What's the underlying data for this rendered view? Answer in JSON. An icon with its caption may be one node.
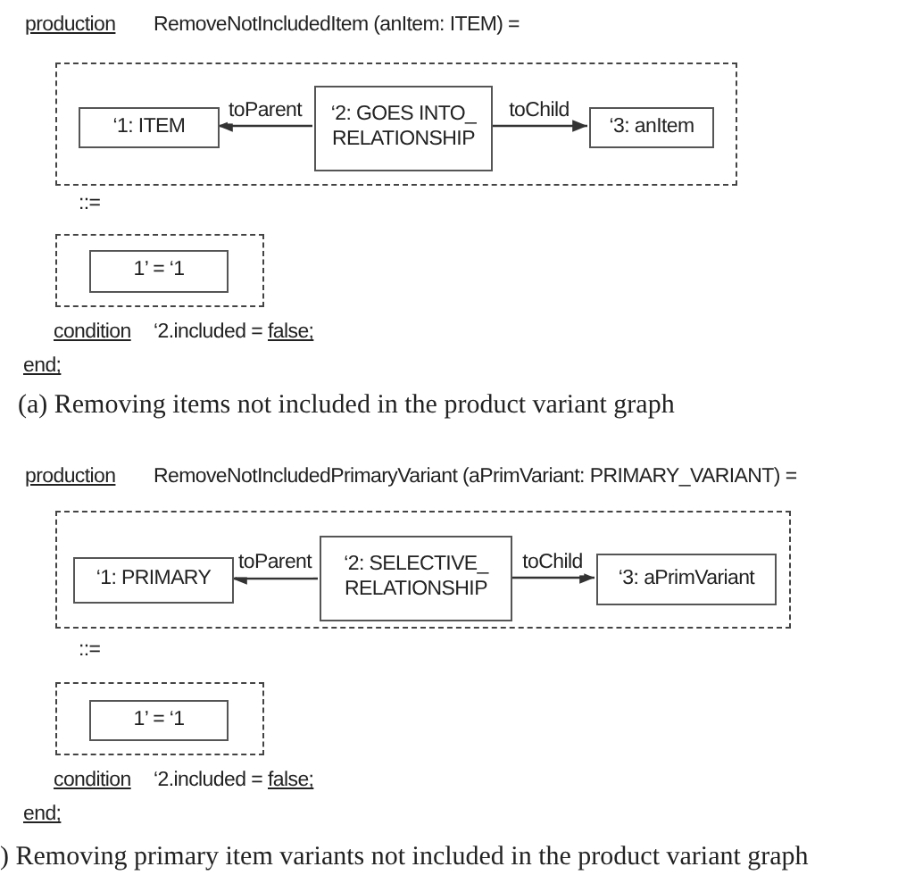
{
  "diagram": {
    "nodes": [
      {
        "text": [],
        "shape": "box"
      },
      {
        "text": [
          "‘1: ITEM"
        ],
        "in": 0
      },
      {
        "text": [
          "‘2: GOES INTO_ RELATIONSHIP"
        ],
        "in": 0
      },
      {
        "text": [
          "‘3: anItem"
        ],
        "in": 0
      },
      {
        "text": [],
        "shape": "box"
      },
      {
        "text": [
          "1’ = ‘1"
        ],
        "in": 4
      },
      {
        "text": [],
        "shape": "box"
      },
      {
        "text": [
          "‘1: PRIMARY"
        ],
        "in": 6
      },
      {
        "text": [
          "‘2: SELECTIVE_ RELATIONSHIP"
        ],
        "in": 6
      },
      {
        "text": [
          "‘3: aPrimVariant"
        ],
        "in": 6
      },
      {
        "text": [],
        "shape": "box"
      },
      {
        "text": [
          "1’ = ‘1"
        ],
        "in": 10
      }
    ],
    "edges": [
      {
        "from": 2,
        "to": 1,
        "arrow": "to",
        "label": "toParent"
      },
      {
        "from": 2,
        "to": 3,
        "arrow": "to",
        "label": "toChild"
      },
      {
        "from": 8,
        "to": 7,
        "arrow": "to",
        "label": "toParent"
      },
      {
        "from": 8,
        "to": 9,
        "arrow": "to",
        "label": "toChild"
      }
    ],
    "labels": [
      "production",
      "RemoveNotIncludedItem (anItem: ITEM) =",
      "::=",
      "condition",
      "‘2.included =",
      "false;",
      "end;",
      "(a) Removing items not included in the product variant graph",
      "production",
      "RemoveNotIncludedPrimaryVariant (aPrimVariant: PRIMARY_VARIANT) =",
      "::=",
      "condition",
      "‘2.included =",
      "false;",
      "end;",
      ") Removing primary item variants not included in the product variant graph"
    ]
  }
}
